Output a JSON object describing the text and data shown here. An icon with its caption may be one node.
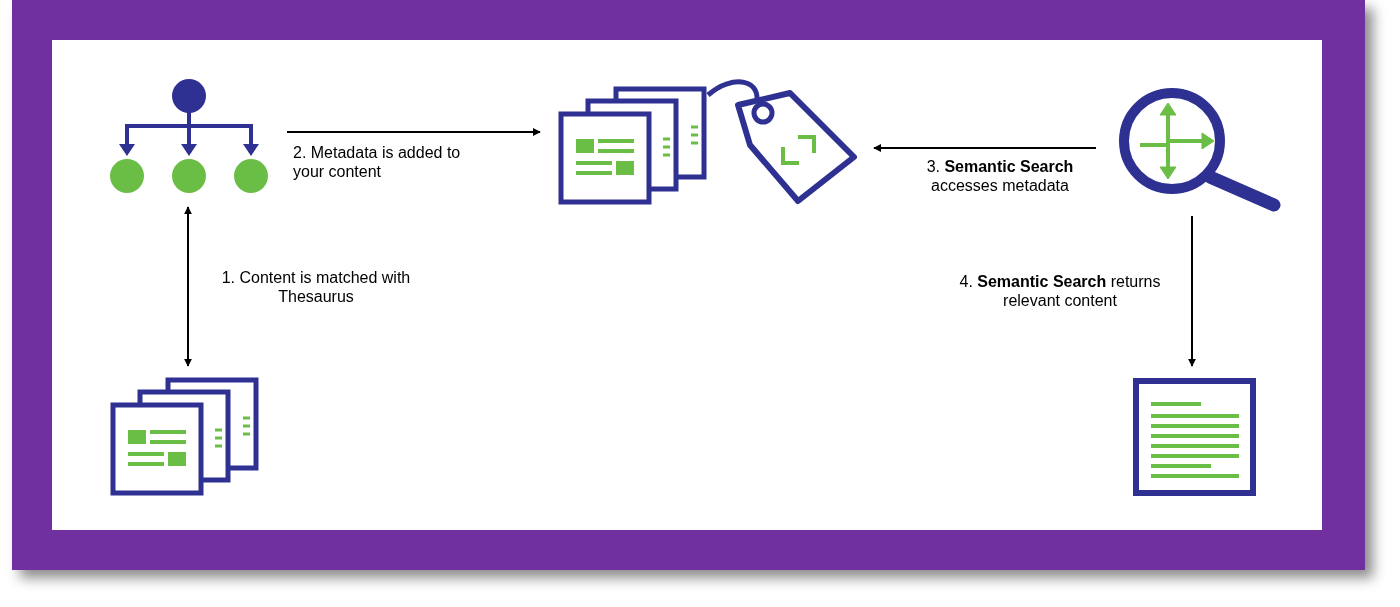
{
  "diagram": {
    "nodes": [
      {
        "text": [],
        "shape": "picture"
      },
      {
        "text": [],
        "shape": "picture"
      },
      {
        "text": [],
        "shape": "picture"
      },
      {
        "text": [],
        "shape": "picture"
      },
      {
        "text": [],
        "shape": "picture"
      }
    ],
    "edges": [
      {
        "from": 0,
        "to": 1,
        "arrow": "both",
        "label": "1. Content is matched with Thesaurus"
      },
      {
        "from": 0,
        "to": 2,
        "arrow": "to",
        "label": "2. Metadata is added to your content"
      },
      {
        "from": 3,
        "to": 2,
        "arrow": "to",
        "label": "3. **Semantic Search** accesses metadata"
      },
      {
        "from": 3,
        "to": 4,
        "arrow": "to",
        "label": "4. **Semantic Search** returns relevant content"
      }
    ]
  }
}
